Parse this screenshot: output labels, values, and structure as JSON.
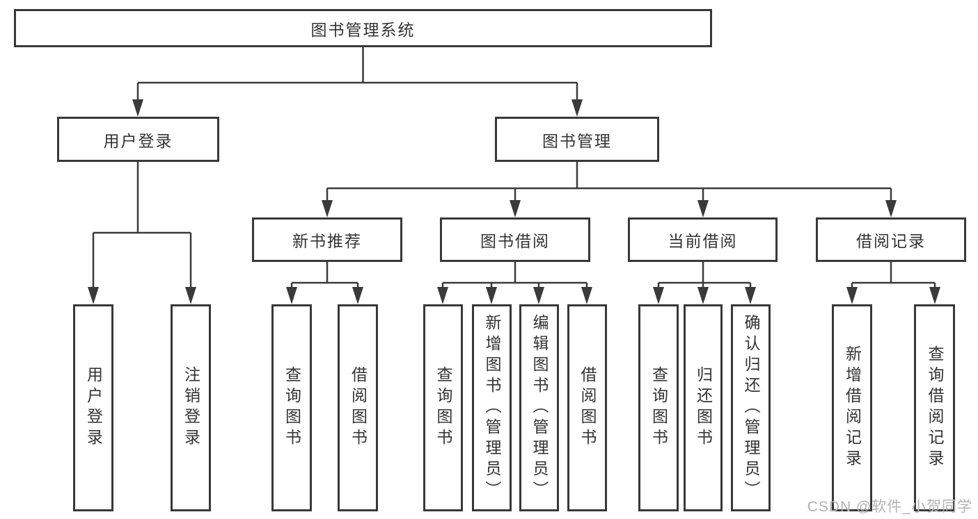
{
  "tree": {
    "label": "图书管理系统",
    "children": [
      {
        "label": "用户登录",
        "children": [
          {
            "label": "用户登录"
          },
          {
            "label": "注销登录"
          }
        ]
      },
      {
        "label": "图书管理",
        "children": [
          {
            "label": "新书推荐",
            "children": [
              {
                "label": "查询图书"
              },
              {
                "label": "借阅图书"
              }
            ]
          },
          {
            "label": "图书借阅",
            "children": [
              {
                "label": "查询图书"
              },
              {
                "label": "新增图书（管理员）"
              },
              {
                "label": "编辑图书（管理员）"
              },
              {
                "label": "借阅图书"
              }
            ]
          },
          {
            "label": "当前借阅",
            "children": [
              {
                "label": "查询图书"
              },
              {
                "label": "归还图书"
              },
              {
                "label": "确认归还（管理员）"
              }
            ]
          },
          {
            "label": "借阅记录",
            "children": [
              {
                "label": "新增借阅记录"
              },
              {
                "label": "查询借阅记录"
              }
            ]
          }
        ]
      }
    ]
  },
  "watermark": "CSDN @软件_小贺同学",
  "colors": {
    "line": "#3a3a3a",
    "border": "#383838",
    "text": "#333333",
    "watermark": "#b3b3b3",
    "background": "#ffffff"
  }
}
